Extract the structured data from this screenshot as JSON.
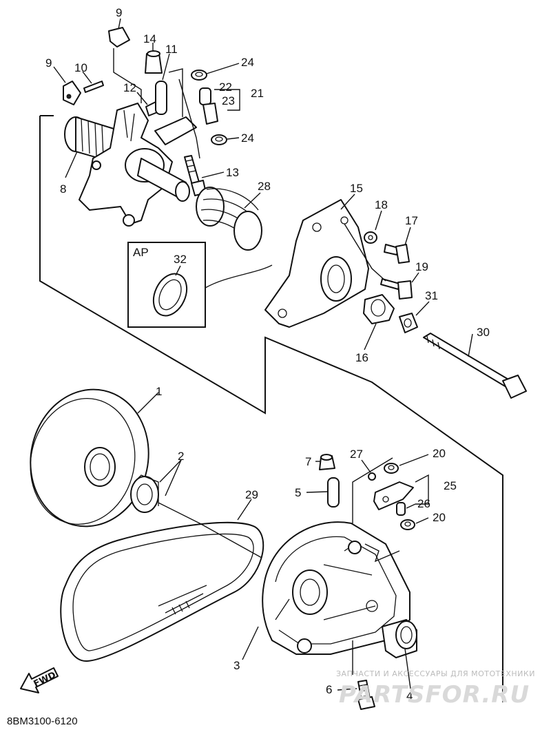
{
  "diagram_code": "8BM3100-6120",
  "fwd_label": "FWD",
  "ap_box_label": "AP",
  "watermark": {
    "line1": "ЗАПЧАСТИ И АКСЕССУАРЫ ДЛЯ МОТОТЕХНИКИ",
    "line2": "PARTSFOR.RU"
  },
  "callouts": {
    "c1": "1",
    "c2": "2",
    "c3": "3",
    "c4": "4",
    "c5": "5",
    "c6": "6",
    "c7": "7",
    "c8": "8",
    "c9a": "9",
    "c9b": "9",
    "c10": "10",
    "c11": "11",
    "c12": "12",
    "c13": "13",
    "c14": "14",
    "c15": "15",
    "c16": "16",
    "c17": "17",
    "c18": "18",
    "c19": "19",
    "c20a": "20",
    "c20b": "20",
    "c21": "21",
    "c22": "22",
    "c23": "23",
    "c24a": "24",
    "c24b": "24",
    "c25": "25",
    "c26": "26",
    "c27": "27",
    "c28": "28",
    "c29": "29",
    "c30": "30",
    "c31": "31",
    "c32": "32"
  }
}
